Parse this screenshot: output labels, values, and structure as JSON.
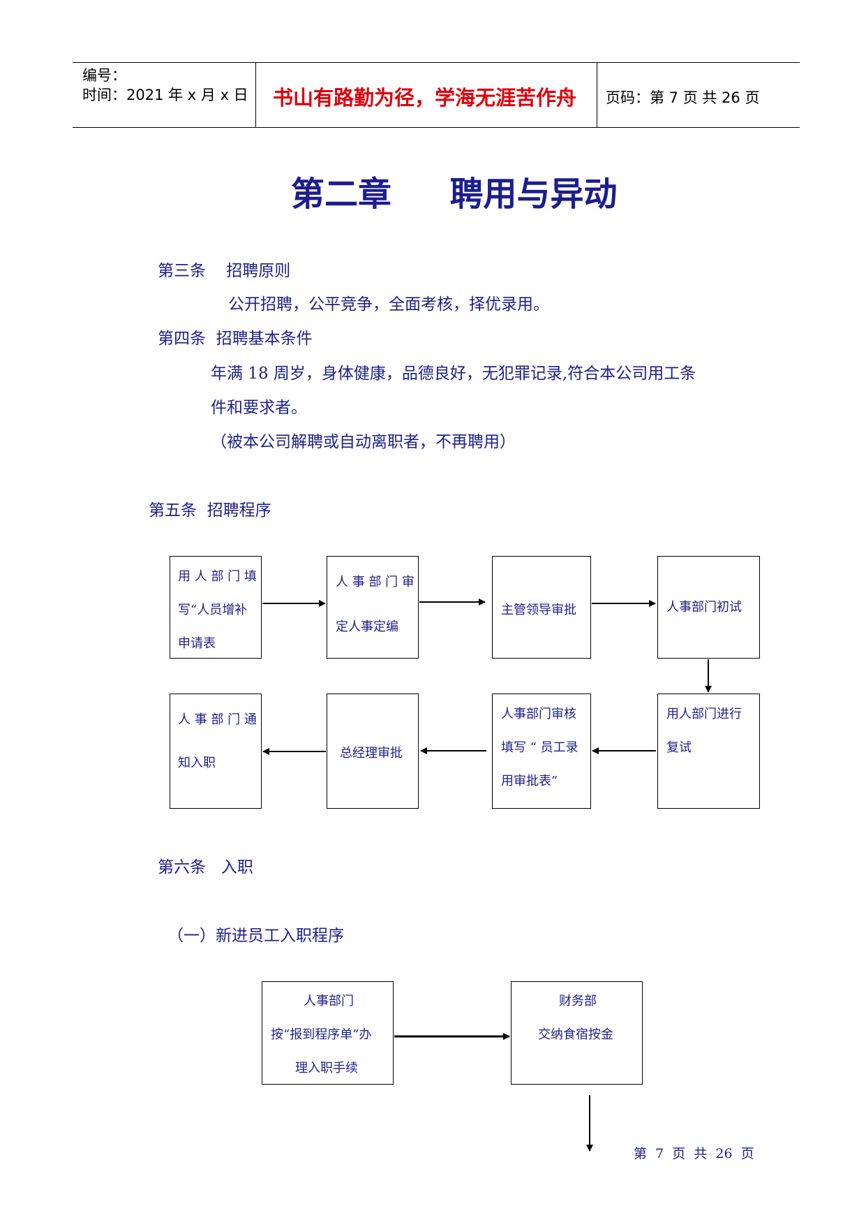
{
  "header": {
    "number_label": "编号：",
    "time_label": "时间：2021 年 x 月 x 日",
    "motto": "书山有路勤为径，学海无涯苦作舟",
    "page_label": "页码：第 7 页  共 26 页"
  },
  "chapter_title": "第二章     聘用与异动",
  "articles": {
    "a3_title": "第三条    招聘原则",
    "a3_text": "公开招聘，公平竞争，全面考核，择优录用。",
    "a4_title": "第四条  招聘基本条件",
    "a4_text_1": "年满 18 周岁，身体健康，品德良好，无犯罪记录,符合本公司用工条",
    "a4_text_2": "件和要求者。",
    "a4_note": "（被本公司解聘或自动离职者，不再聘用）",
    "a5_title": "第五条  招聘程序",
    "a6_title": "第六条   入职",
    "a6_sub": "（一）新进员工入职程序"
  },
  "recruit_flow": {
    "box1": [
      "用 人 部 门 填",
      "写“人员增补",
      "申请表"
    ],
    "box2": [
      "人 事 部 门 审",
      "定人事定编"
    ],
    "box3": [
      "主管领导审批"
    ],
    "box4": [
      "人事部门初试"
    ],
    "box5": [
      "用人部门进行",
      "复试"
    ],
    "box6": [
      "人事部门审核",
      "填写 “ 员工录",
      "用审批表”"
    ],
    "box7": [
      "总经理审批"
    ],
    "box8": [
      "人 事 部 门 通",
      "知入职"
    ]
  },
  "onboard_flow": {
    "box1": [
      "人事部门",
      "按“报到程序单”办",
      "理入职手续"
    ],
    "box2": [
      "财务部",
      "交纳食宿按金"
    ]
  },
  "footer": {
    "page_text": "第  7  页  共  26  页"
  }
}
